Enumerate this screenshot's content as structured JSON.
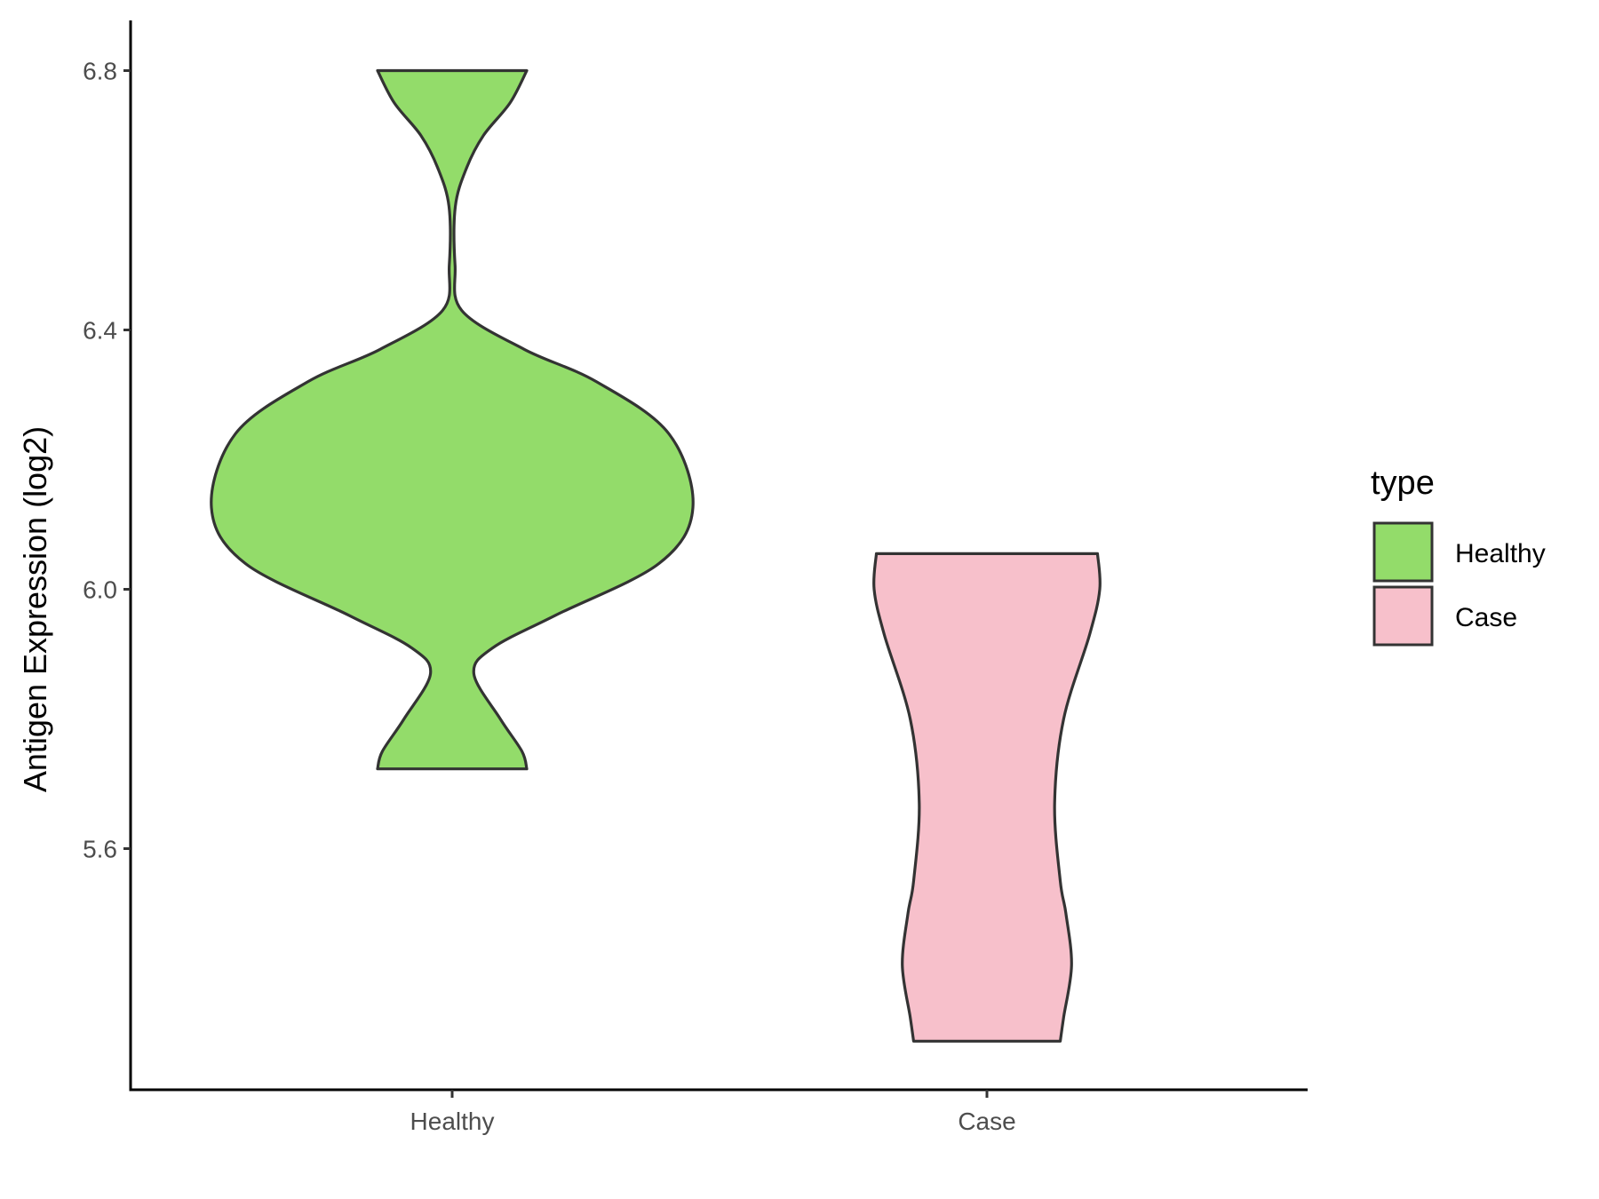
{
  "chart_data": {
    "type": "violin",
    "title": "",
    "xlabel": "",
    "ylabel": "Antigen Expression (log2)",
    "categories": [
      "Healthy",
      "Case"
    ],
    "ylim": [
      5.229,
      6.877
    ],
    "yticks": [
      5.6,
      6.0,
      6.4,
      6.8
    ],
    "ytick_labels": [
      "5.6",
      "6.0",
      "6.4",
      "6.8"
    ],
    "grid": false,
    "legend": {
      "title": "type",
      "position": "right",
      "entries": [
        "Healthy",
        "Case"
      ]
    },
    "series": [
      {
        "name": "Healthy",
        "color": "#93dc6a",
        "min": 5.723,
        "max": 6.8,
        "density_profile": [
          [
            5.723,
            0.31
          ],
          [
            5.75,
            0.29
          ],
          [
            5.8,
            0.2
          ],
          [
            5.87,
            0.09
          ],
          [
            5.91,
            0.17
          ],
          [
            5.96,
            0.43
          ],
          [
            6.04,
            0.86
          ],
          [
            6.126,
            1.0
          ],
          [
            6.24,
            0.9
          ],
          [
            6.32,
            0.6
          ],
          [
            6.37,
            0.3
          ],
          [
            6.43,
            0.04
          ],
          [
            6.5,
            0.012
          ],
          [
            6.59,
            0.013
          ],
          [
            6.65,
            0.06
          ],
          [
            6.7,
            0.13
          ],
          [
            6.75,
            0.24
          ],
          [
            6.8,
            0.31
          ]
        ]
      },
      {
        "name": "Case",
        "color": "#f7c0cb",
        "min": 5.303,
        "max": 6.055,
        "density_profile": [
          [
            5.303,
            0.65
          ],
          [
            5.34,
            0.68
          ],
          [
            5.42,
            0.75
          ],
          [
            5.5,
            0.7
          ],
          [
            5.55,
            0.65
          ],
          [
            5.67,
            0.6
          ],
          [
            5.8,
            0.68
          ],
          [
            5.93,
            0.91
          ],
          [
            6.0,
            1.0
          ],
          [
            6.055,
            0.98
          ]
        ]
      }
    ]
  }
}
